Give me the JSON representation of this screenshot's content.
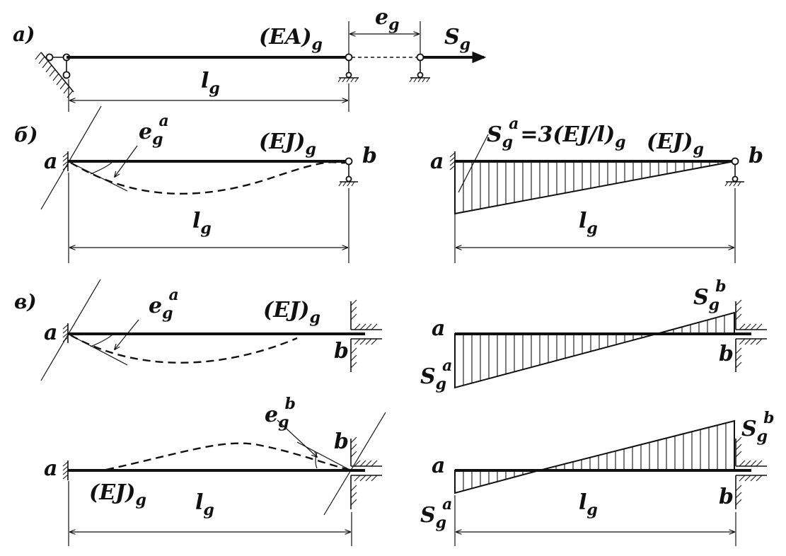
{
  "parts": {
    "a": "a)",
    "b": "б)",
    "v": "в)"
  },
  "labels": {
    "EA_g": "(EA)",
    "EJ_g": "(EJ)",
    "g": "g",
    "l": "l",
    "e": "e",
    "S": "S",
    "node_a": "a",
    "node_b": "b",
    "sup_a": "a",
    "sup_b": "b",
    "formula_rhs": "=3(EJ/l)"
  }
}
